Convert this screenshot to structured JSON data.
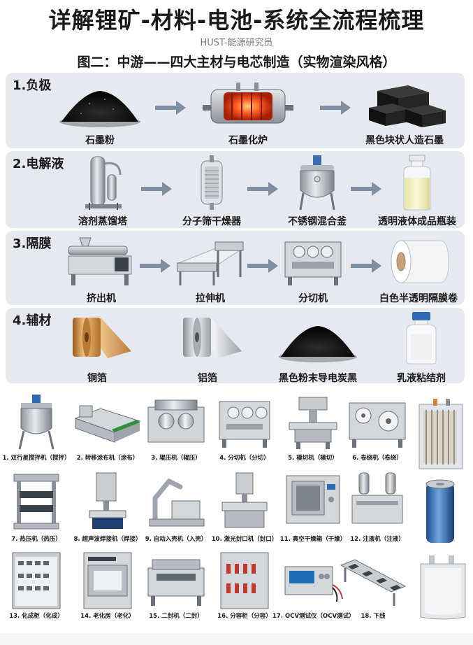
{
  "header": {
    "title": "详解锂矿-材料-电池-系统全流程梳理",
    "subtitle": "HUST-能源研究员",
    "figure_title": "图二：中游——四大主材与电芯制造（实物渲染风格）"
  },
  "sections": [
    {
      "title": "1.负极",
      "items": [
        {
          "label": "石墨粉",
          "icon": "graphite-powder"
        },
        {
          "label": "石墨化炉",
          "icon": "graphitization-furnace"
        },
        {
          "label": "黑色块状人造石墨",
          "icon": "artificial-graphite-blocks"
        }
      ]
    },
    {
      "title": "2.电解液",
      "items": [
        {
          "label": "溶剂蒸馏塔",
          "icon": "distillation-tower"
        },
        {
          "label": "分子筛干燥器",
          "icon": "molecular-sieve-dryer"
        },
        {
          "label": "不锈钢混合釜",
          "icon": "stainless-mixing-kettle"
        },
        {
          "label": "透明液体成品瓶装",
          "icon": "liquid-bottle"
        }
      ]
    },
    {
      "title": "3.隔膜",
      "items": [
        {
          "label": "挤出机",
          "icon": "extruder"
        },
        {
          "label": "拉伸机",
          "icon": "stretching-machine"
        },
        {
          "label": "分切机",
          "icon": "slitting-machine"
        },
        {
          "label": "白色半透明隔膜卷",
          "icon": "separator-roll"
        }
      ]
    },
    {
      "title": "4.辅材",
      "items": [
        {
          "label": "铜箔",
          "icon": "copper-foil"
        },
        {
          "label": "铝箔",
          "icon": "aluminum-foil"
        },
        {
          "label": "黑色粉末导电炭黑",
          "icon": "carbon-black"
        },
        {
          "label": "乳液粘结剂",
          "icon": "binder-bottle"
        }
      ]
    }
  ],
  "process_steps": [
    {
      "label": "1. 双行星搅拌机（搅拌）",
      "icon": "mixer"
    },
    {
      "label": "2. 转移涂布机（涂布）",
      "icon": "coater"
    },
    {
      "label": "3. 辊压机（辊压）",
      "icon": "roller-press"
    },
    {
      "label": "4. 分切机（分切）",
      "icon": "slitter"
    },
    {
      "label": "5. 模切机（模切）",
      "icon": "die-cutter"
    },
    {
      "label": "6. 卷绕机（卷绕）",
      "icon": "winder"
    },
    {
      "label": "7. 热压机（热压）",
      "icon": "hot-press"
    },
    {
      "label": "8. 超声波焊接机（焊接）",
      "icon": "ultrasonic-welder"
    },
    {
      "label": "9. 自动入壳机（入壳）",
      "icon": "casing-machine"
    },
    {
      "label": "10. 激光封口机（封口）",
      "icon": "laser-sealer"
    },
    {
      "label": "11. 真空干燥箱（干燥）",
      "icon": "vacuum-oven"
    },
    {
      "label": "12. 注液机（注液）",
      "icon": "electrolyte-filler"
    },
    {
      "label": "13. 化成柜（化成）",
      "icon": "formation-cabinet"
    },
    {
      "label": "14. 老化房（老化）",
      "icon": "aging-chamber"
    },
    {
      "label": "15. 二封机（二封）",
      "icon": "secondary-sealer"
    },
    {
      "label": "16. 分容柜（分容）",
      "icon": "grading-cabinet"
    },
    {
      "label": "17. OCV测试仪（OCV测试）",
      "icon": "ocv-tester"
    },
    {
      "label": "18. 下线",
      "icon": "conveyor"
    }
  ],
  "cells": [
    {
      "icon": "prismatic-cell"
    },
    {
      "icon": "cylindrical-cell"
    },
    {
      "icon": "pouch-cell"
    }
  ]
}
